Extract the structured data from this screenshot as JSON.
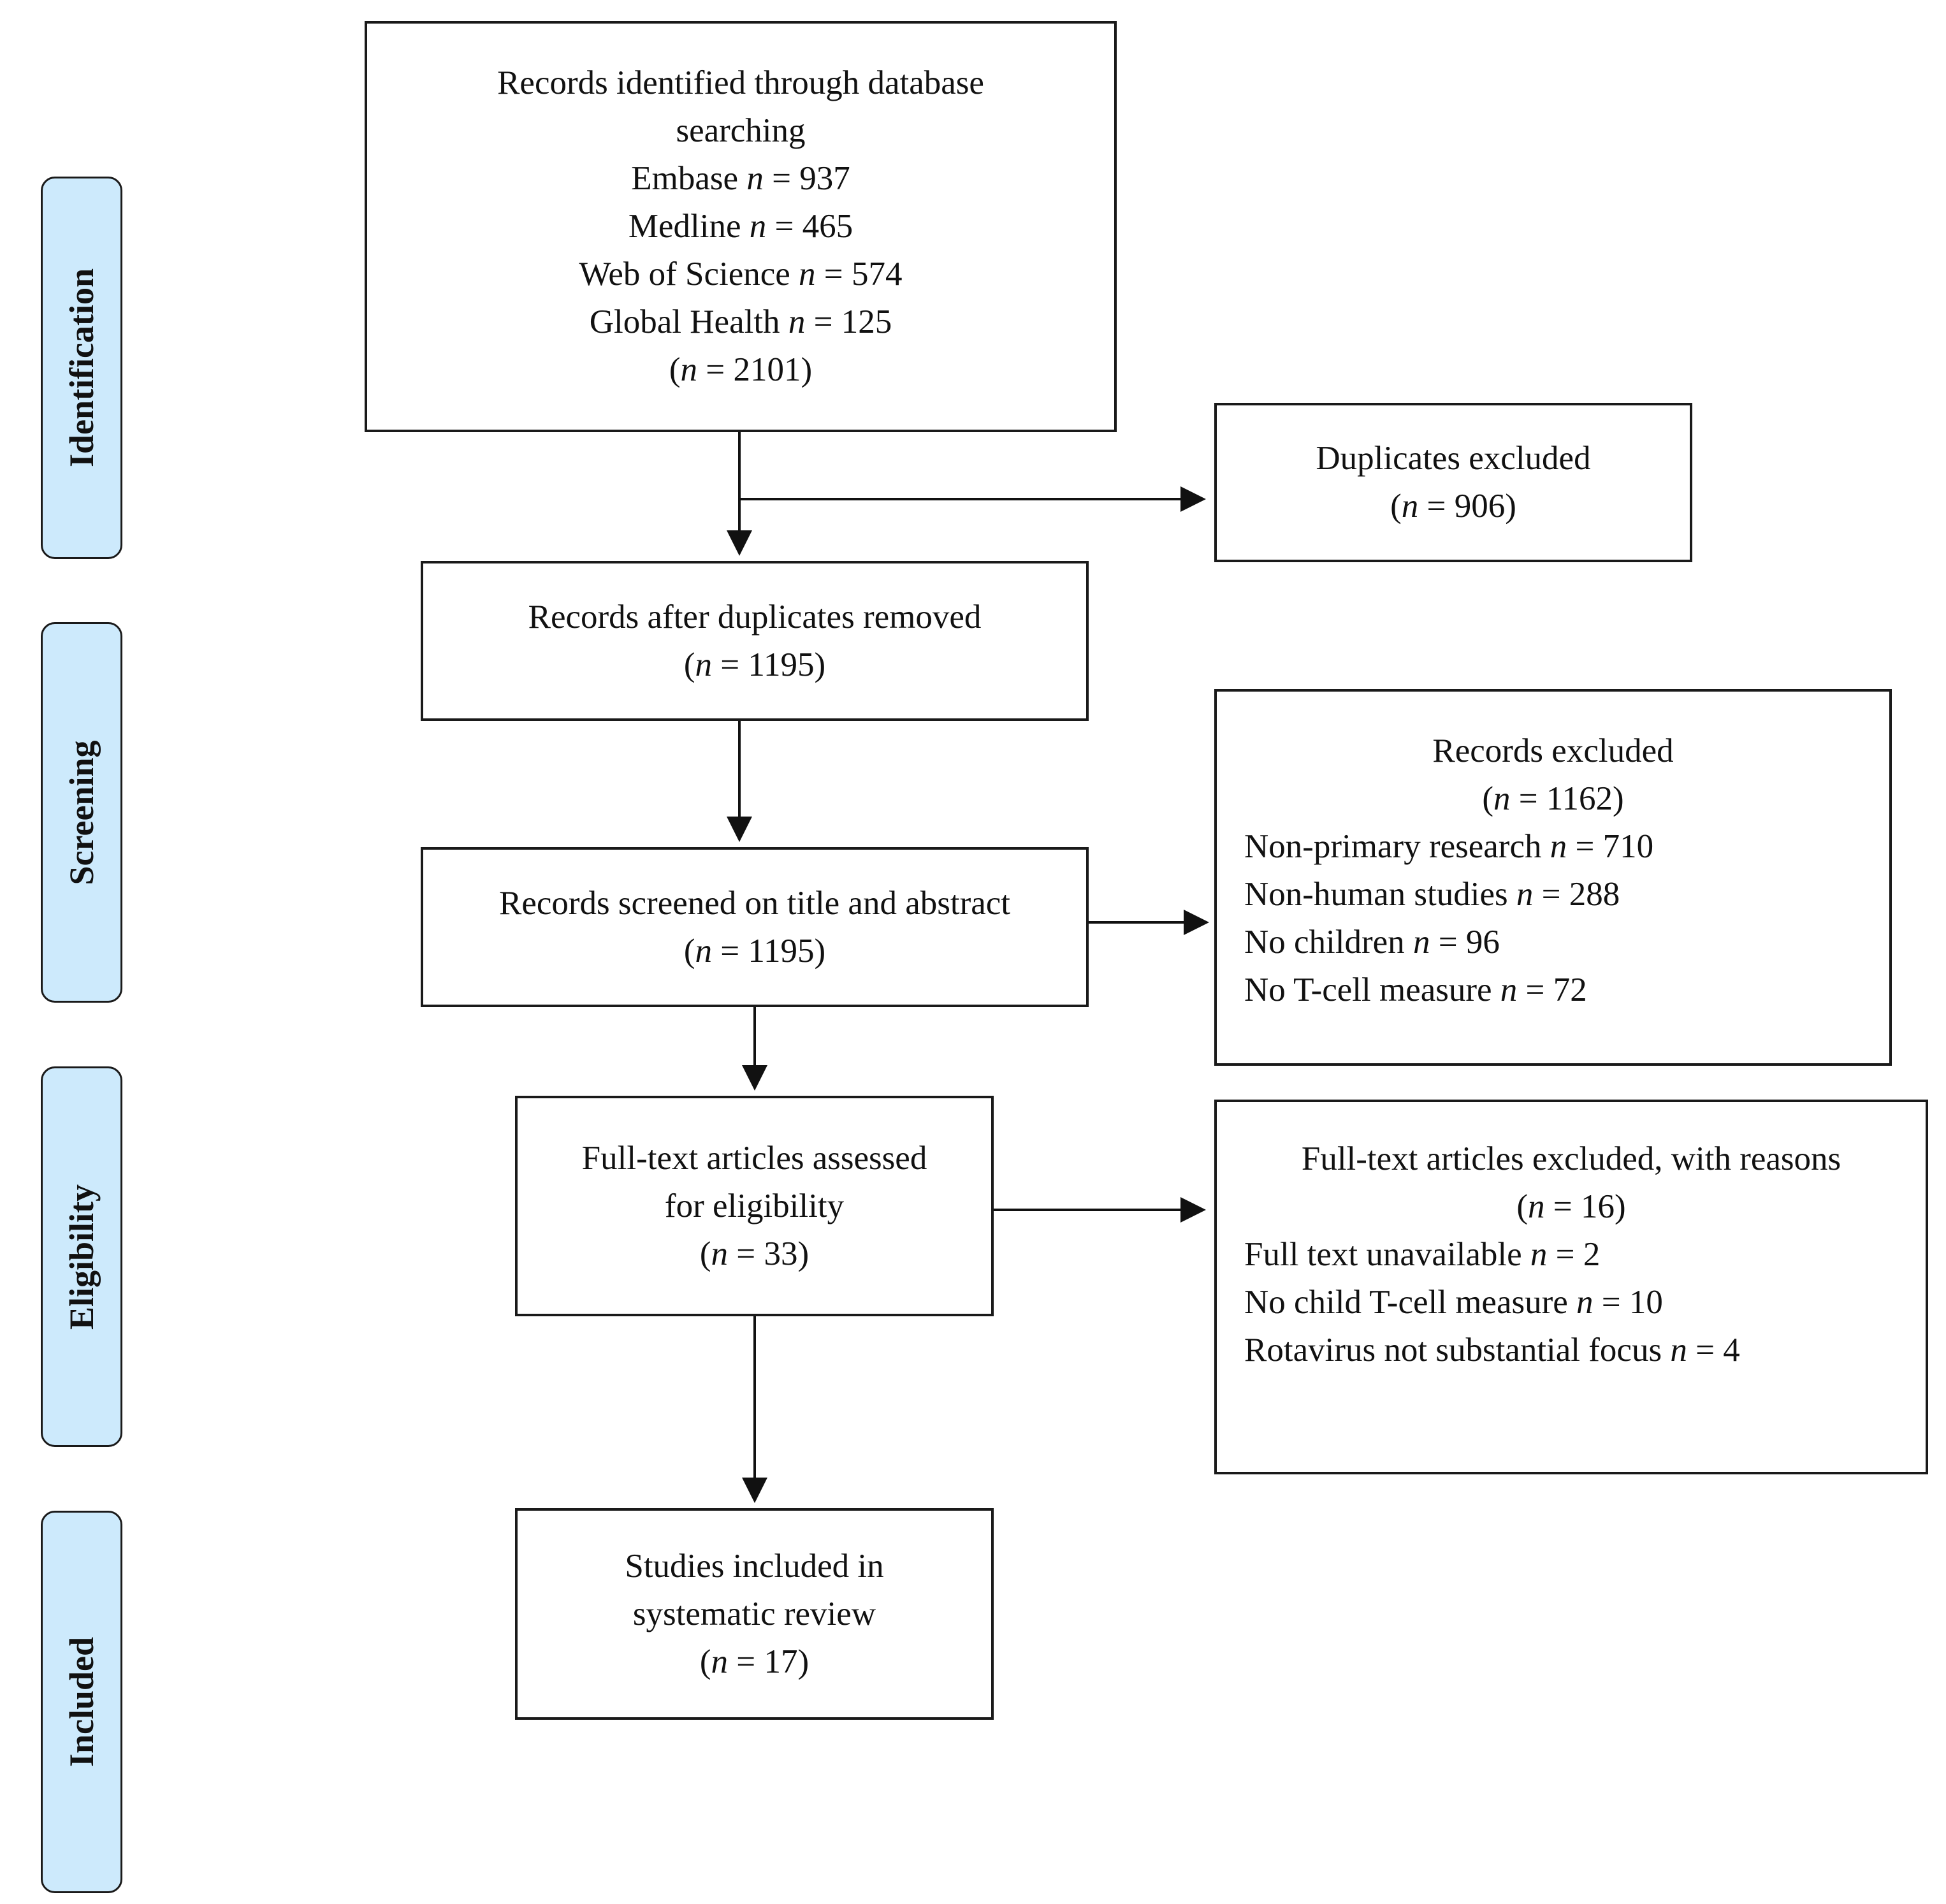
{
  "phases": {
    "identification": "Identification",
    "screening": "Screening",
    "eligibility": "Eligibility",
    "included": "Included"
  },
  "identified": {
    "title_line1": "Records identified through database",
    "title_line2": "searching",
    "embase": "Embase",
    "embase_n": "937",
    "medline": "Medline",
    "medline_n": "465",
    "wos": "Web of Science",
    "wos_n": "574",
    "global_health": "Global Health",
    "global_health_n": "125",
    "total_n": "2101"
  },
  "duplicates": {
    "title": "Duplicates excluded",
    "n": "906"
  },
  "after_duplicates": {
    "title": "Records after duplicates removed",
    "n": "1195"
  },
  "screened": {
    "title": "Records screened on title and abstract",
    "n": "1195"
  },
  "records_excluded": {
    "title": "Records excluded",
    "n": "1162",
    "reason1": "Non-primary research",
    "reason1_n": "710",
    "reason2": "Non-human studies",
    "reason2_n": "288",
    "reason3": "No children",
    "reason3_n": "96",
    "reason4": "No T-cell measure",
    "reason4_n": "72"
  },
  "fulltext": {
    "line1": "Full-text articles assessed",
    "line2": "for eligibility",
    "n": "33"
  },
  "fulltext_excluded": {
    "title": "Full-text articles excluded, with reasons",
    "n": "16",
    "reason1": "Full text unavailable",
    "reason1_n": "2",
    "reason2": "No child T-cell measure",
    "reason2_n": "10",
    "reason3": "Rotavirus not substantial focus",
    "reason3_n": "4"
  },
  "included": {
    "line1": "Studies included in",
    "line2": "systematic review",
    "n": "17"
  },
  "symbols": {
    "n": "n",
    "eq": " = ",
    "open": "(",
    "close": ")"
  }
}
